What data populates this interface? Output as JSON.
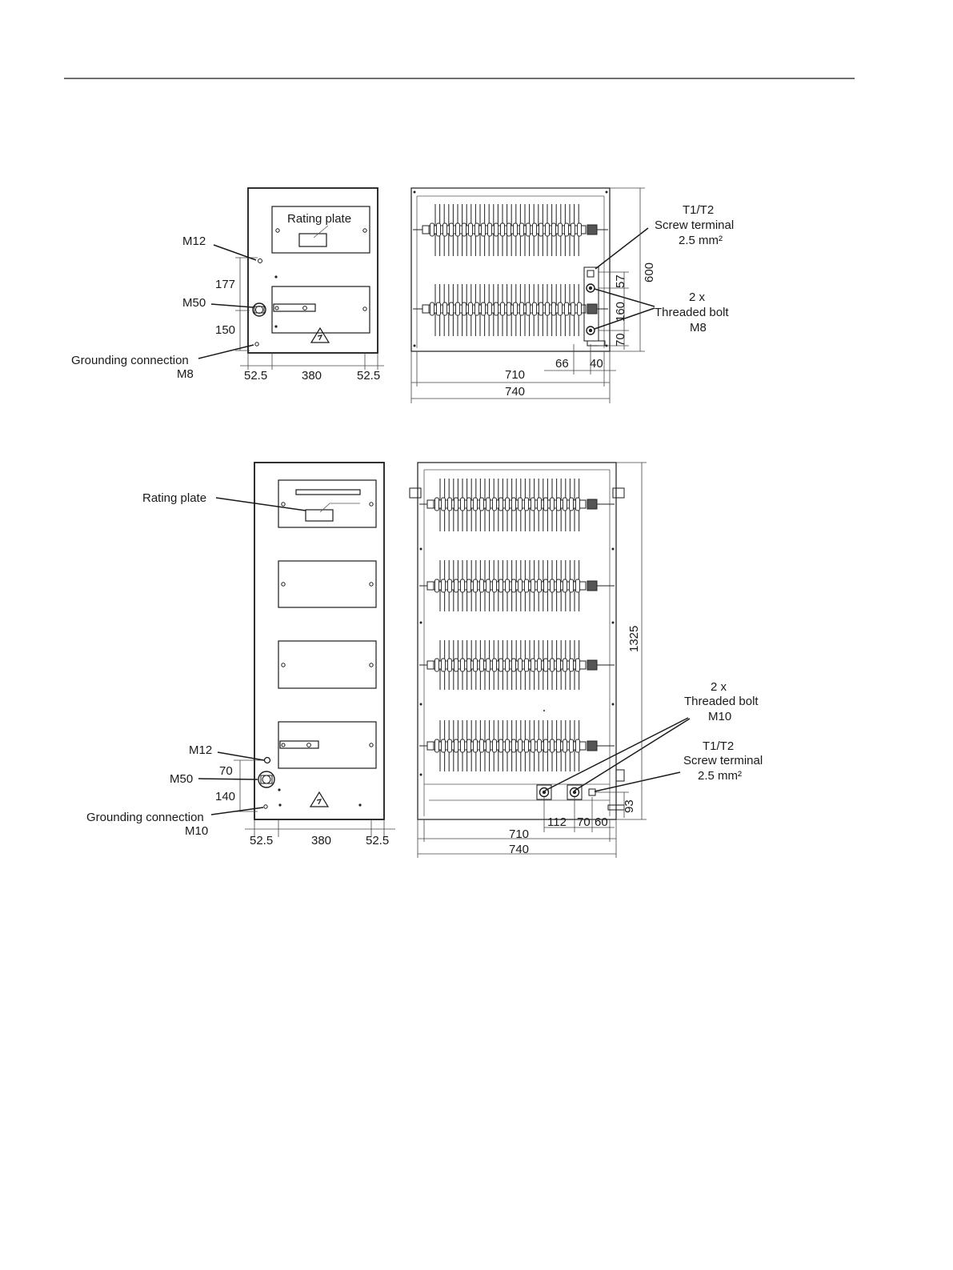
{
  "small_unit": {
    "labels": {
      "m12": "M12",
      "m50": "M50",
      "ground_1": "Grounding connection",
      "ground_2": "M8",
      "rating": "Rating plate",
      "t_1": "T1/T2",
      "t_2": "Screw terminal",
      "t_3": "2.5 mm²",
      "bolt_1": "2 x",
      "bolt_2": "Threaded bolt",
      "bolt_3": "M8"
    },
    "dims": {
      "d177": "177",
      "d150": "150",
      "w1": "52.5",
      "w2": "380",
      "w3": "52.5",
      "d710": "710",
      "d740": "740",
      "d66": "66",
      "d40": "40",
      "d57": "57",
      "d160": "160",
      "d70": "70",
      "d600": "600"
    }
  },
  "large_unit": {
    "labels": {
      "rating": "Rating plate",
      "m12": "M12",
      "m50": "M50",
      "ground_1": "Grounding connection",
      "ground_2": "M10",
      "bolt_1": "2 x",
      "bolt_2": "Threaded bolt",
      "bolt_3": "M10",
      "t_1": "T1/T2",
      "t_2": "Screw terminal",
      "t_3": "2.5 mm²"
    },
    "dims": {
      "d70a": "70",
      "d140": "140",
      "w1": "52.5",
      "w2": "380",
      "w3": "52.5",
      "d710": "710",
      "d740": "740",
      "d112": "112",
      "d70b": "70",
      "d60": "60",
      "d93": "93",
      "d1325": "1325"
    }
  }
}
